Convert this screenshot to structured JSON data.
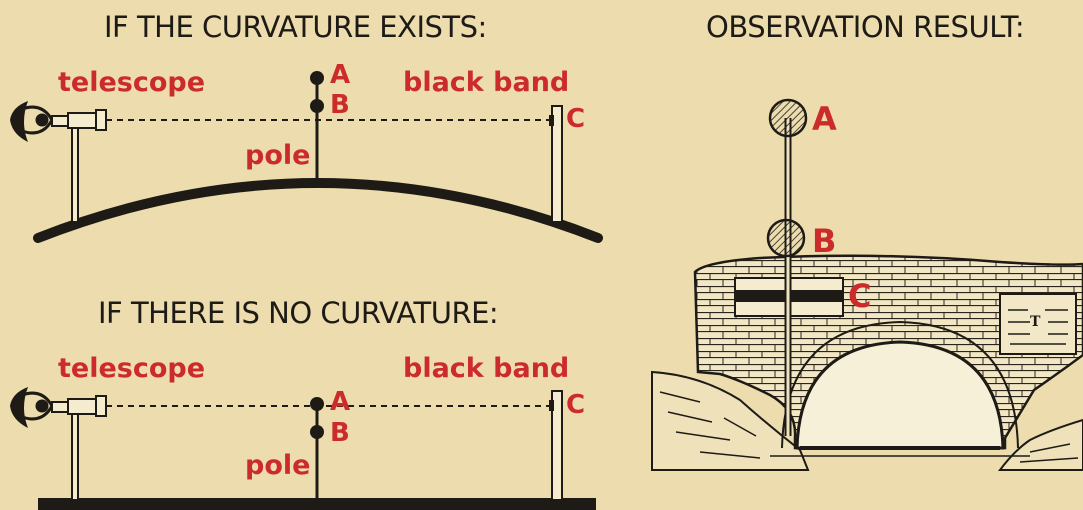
{
  "top": {
    "heading": "IF THE CURVATURE EXISTS:",
    "telescope": "telescope",
    "black_band": "black band",
    "pole": "pole",
    "a": "A",
    "b": "B",
    "c": "C"
  },
  "bottom": {
    "heading": "IF THERE IS NO CURVATURE:",
    "telescope": "telescope",
    "black_band": "black band",
    "pole": "pole",
    "a": "A",
    "b": "B",
    "c": "C"
  },
  "result": {
    "heading": "OBSERVATION RESULT:",
    "a": "A",
    "b": "B",
    "c": "C",
    "sign_letter": "T"
  },
  "colors": {
    "background": "#ecdcae",
    "ink": "#1e1b16",
    "label_red": "#cc2b2b"
  }
}
